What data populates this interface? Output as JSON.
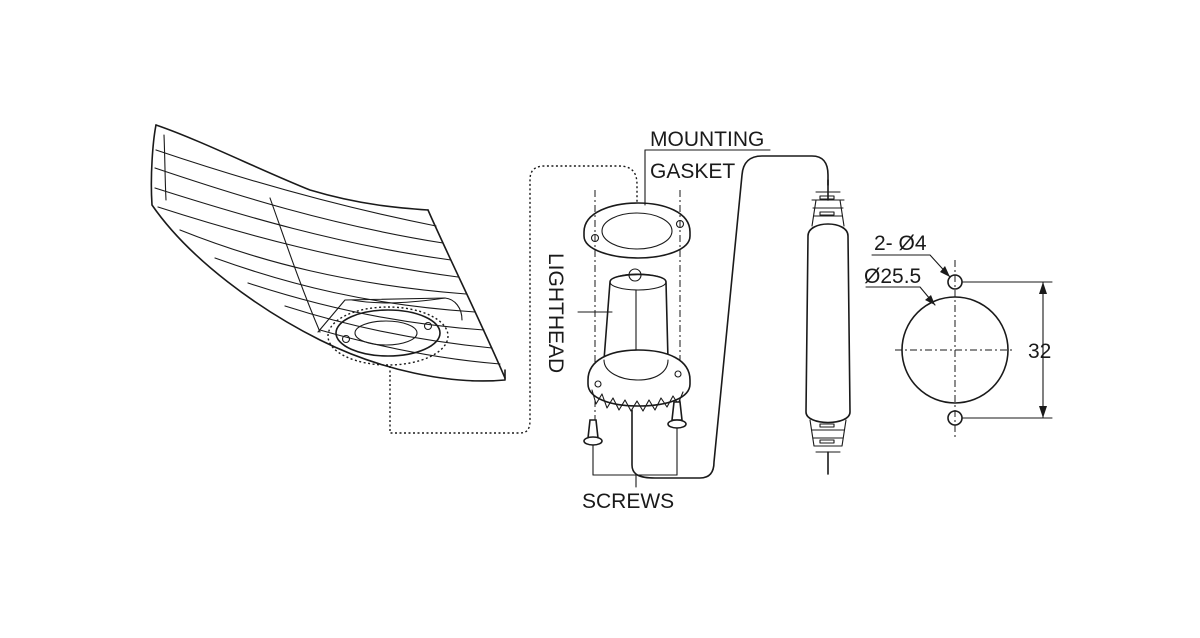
{
  "labels": {
    "mounting": "MOUNTING",
    "gasket": "GASKET",
    "lighthead": "LIGHTHEAD",
    "screws": "SCREWS"
  },
  "dimensions": {
    "holes": "2- Ø4",
    "diameter": "Ø25.5",
    "spacing": "32"
  }
}
